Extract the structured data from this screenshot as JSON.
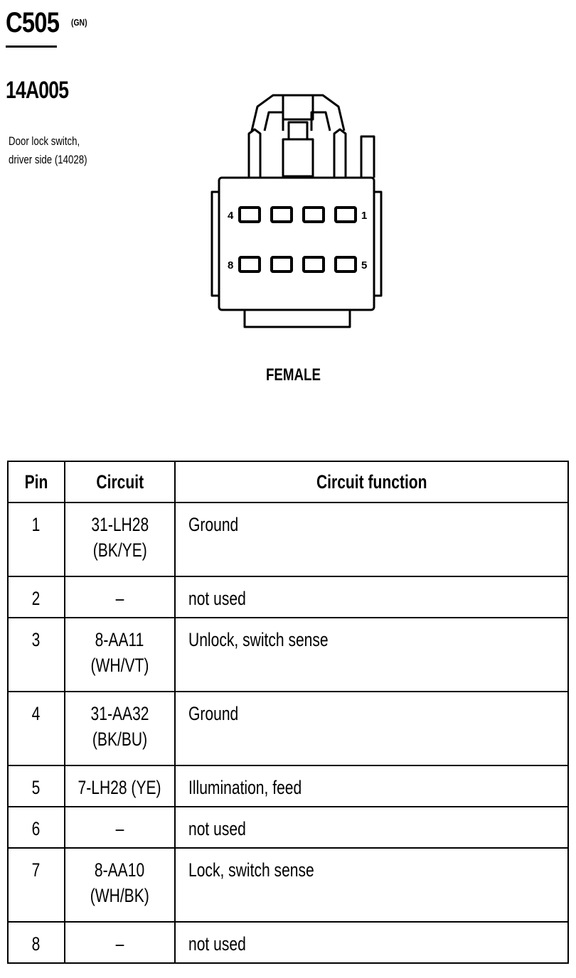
{
  "header": {
    "connector_id": "C505",
    "connector_color": "(GN)",
    "part_number": "14A005",
    "description_lines": [
      "Door lock switch,",
      "driver side (14028)"
    ]
  },
  "diagram": {
    "label": "FEMALE",
    "pin_labels": {
      "top_left": "4",
      "top_right": "1",
      "bottom_left": "8",
      "bottom_right": "5"
    }
  },
  "table": {
    "headers": {
      "pin": "Pin",
      "circuit": "Circuit",
      "function": "Circuit function"
    },
    "rows": [
      {
        "pin": "1",
        "circuit_line1": "31-LH28",
        "circuit_line2": "(BK/YE)",
        "function": "Ground"
      },
      {
        "pin": "2",
        "circuit_line1": "–",
        "circuit_line2": "",
        "function": "not used"
      },
      {
        "pin": "3",
        "circuit_line1": "8-AA11",
        "circuit_line2": "(WH/VT)",
        "function": "Unlock, switch sense"
      },
      {
        "pin": "4",
        "circuit_line1": "31-AA32",
        "circuit_line2": "(BK/BU)",
        "function": "Ground"
      },
      {
        "pin": "5",
        "circuit_line1": "7-LH28 (YE)",
        "circuit_line2": "",
        "function": "Illumination, feed"
      },
      {
        "pin": "6",
        "circuit_line1": "–",
        "circuit_line2": "",
        "function": "not used"
      },
      {
        "pin": "7",
        "circuit_line1": "8-AA10",
        "circuit_line2": "(WH/BK)",
        "function": "Lock, switch sense"
      },
      {
        "pin": "8",
        "circuit_line1": "–",
        "circuit_line2": "",
        "function": "not used"
      }
    ]
  }
}
